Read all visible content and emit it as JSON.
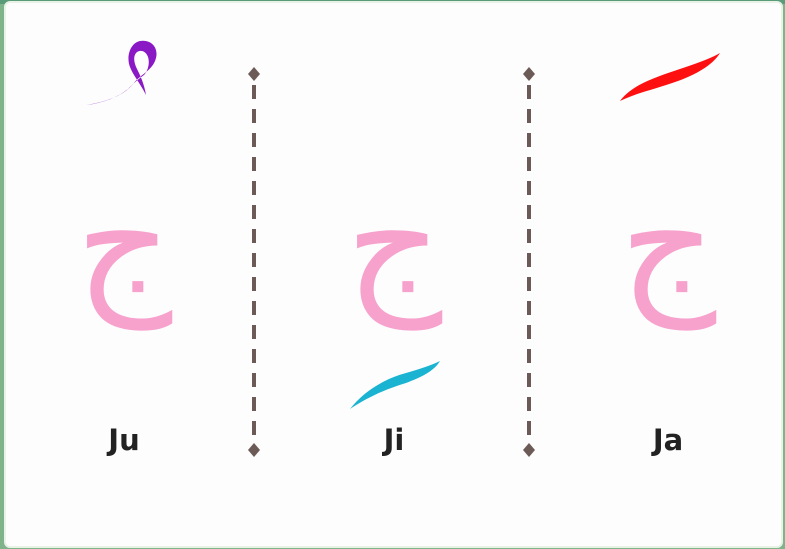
{
  "letter_glyph": "ج",
  "columns": [
    {
      "label": "Ju",
      "mark": "dammah",
      "mark_color": "#8a18c4"
    },
    {
      "label": "Ji",
      "mark": "kasrah",
      "mark_color": "#1ab3d1"
    },
    {
      "label": "Ja",
      "mark": "fathah",
      "mark_color": "#ff1010"
    }
  ],
  "letter_color": "#f7a1cd",
  "divider_color": "#6b5a56"
}
